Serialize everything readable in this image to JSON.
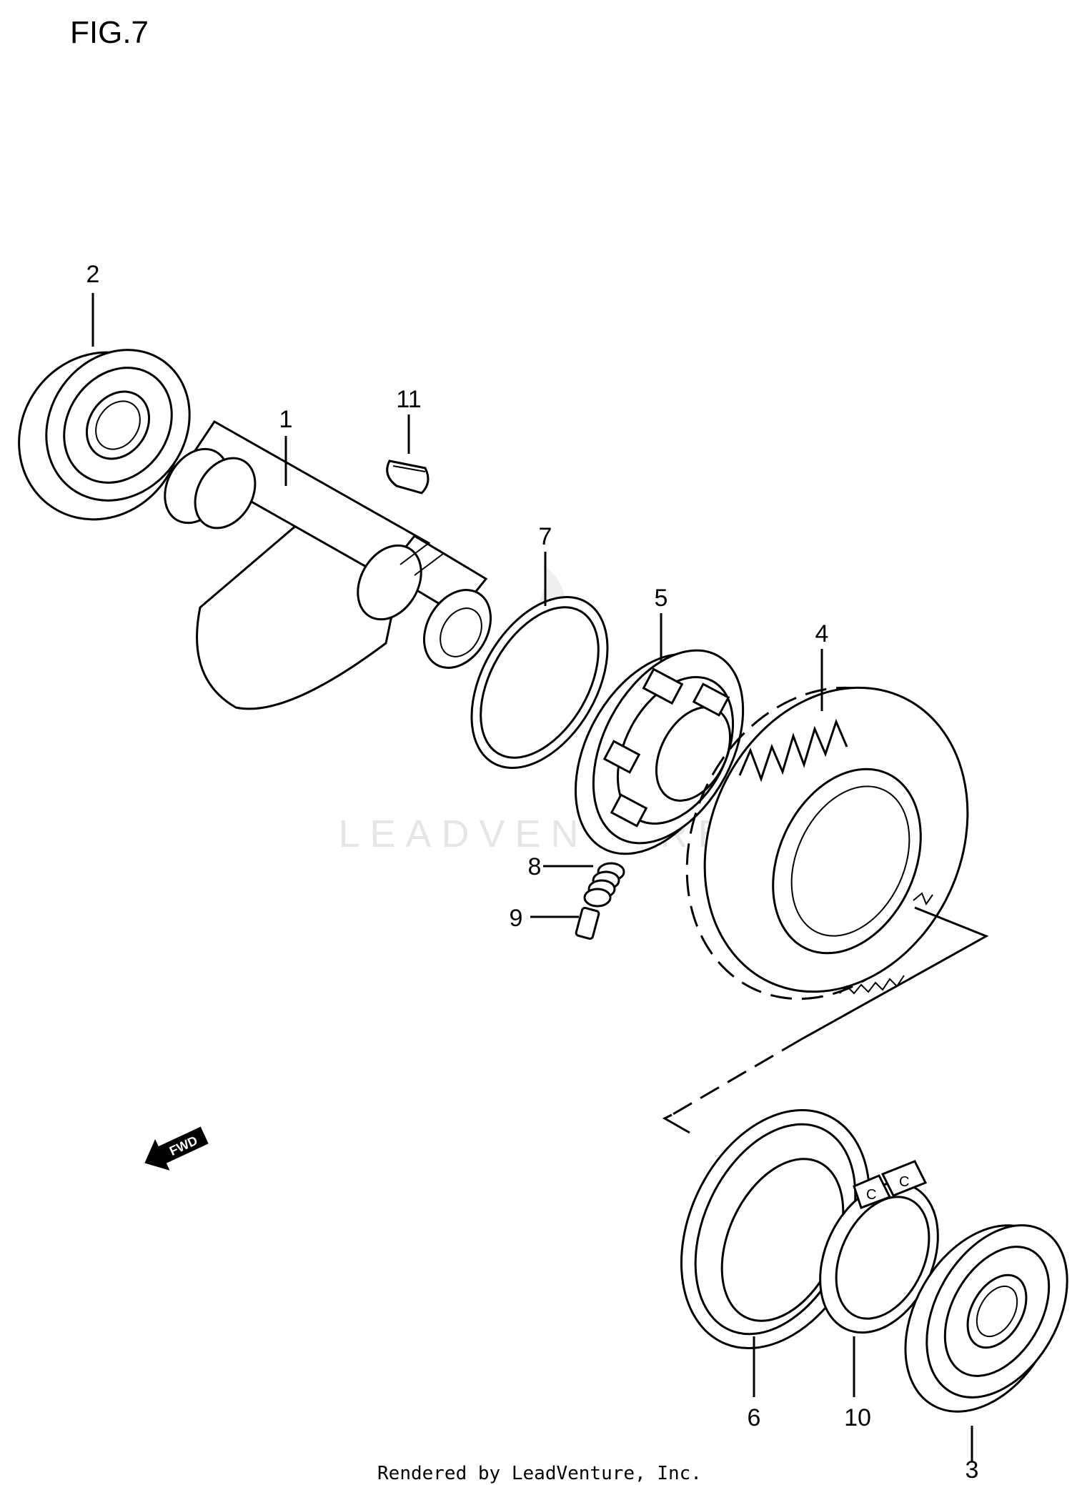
{
  "figure": {
    "title": "FIG.7"
  },
  "watermark": {
    "text": "LEADVENTURE"
  },
  "footer": {
    "text": "Rendered by LeadVenture, Inc."
  },
  "fwd_arrow": {
    "label": "FWD",
    "icon": "fwd-arrow-icon"
  },
  "callouts": [
    "1",
    "2",
    "3",
    "4",
    "5",
    "6",
    "7",
    "8",
    "9",
    "10",
    "11"
  ]
}
